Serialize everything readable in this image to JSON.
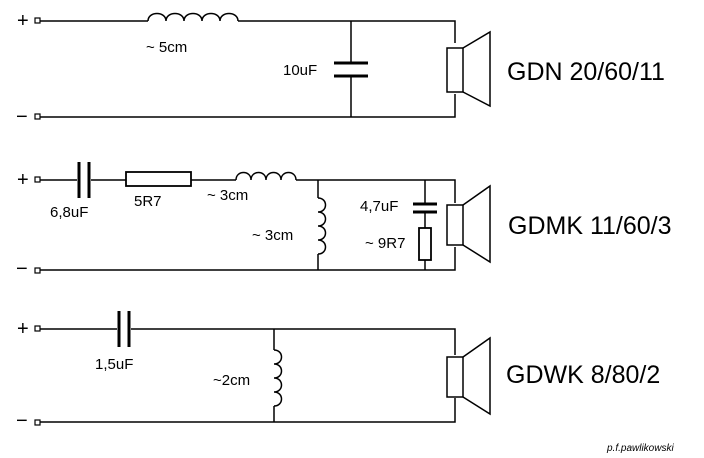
{
  "circuits": [
    {
      "speaker": "GDN 20/60/11",
      "labels": {
        "inductor": "~ 5cm",
        "capacitor": "10uF"
      },
      "terminals": {
        "plus": "+",
        "minus": "−"
      }
    },
    {
      "speaker": "GDMK 11/60/3",
      "labels": {
        "capacitor": "6,8uF",
        "resistor": "5R7",
        "series_inductor": "~ 3cm",
        "shunt_inductor": "~ 3cm",
        "zobel_capacitor": "4,7uF",
        "zobel_resistor": "~ 9R7"
      },
      "terminals": {
        "plus": "+",
        "minus": "−"
      }
    },
    {
      "speaker": "GDWK 8/80/2",
      "labels": {
        "capacitor": "1,5uF",
        "shunt_inductor": "~2cm"
      },
      "terminals": {
        "plus": "+",
        "minus": "−"
      }
    }
  ],
  "signature": "p.f.pawlikowski"
}
